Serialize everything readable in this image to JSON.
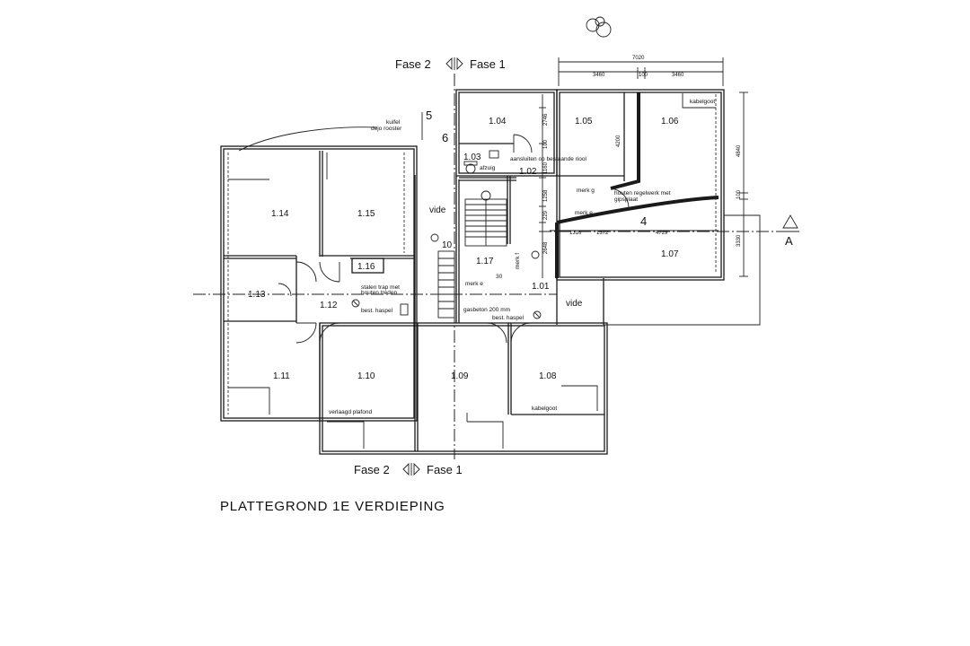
{
  "phase_labels": {
    "top_left": "Fase 2",
    "top_right": "Fase 1",
    "bottom_left": "Fase 2",
    "bottom_right": "Fase 1"
  },
  "title": "PLATTEGROND 1E VERDIEPING",
  "section_marker": "A",
  "rooms": {
    "r104": "1.04",
    "r105": "1.05",
    "r106": "1.06",
    "r103": "1.03",
    "r102": "1.02",
    "r114": "1.14",
    "r115": "1.15",
    "r116": "1.16",
    "r117": "1.17",
    "r113": "1.13",
    "r112": "1.12",
    "r101": "1.01",
    "r107": "1.07",
    "r111": "1.11",
    "r110": "1.10",
    "r109": "1.09",
    "r108": "1.08"
  },
  "markers": {
    "m5": "5",
    "m6": "6",
    "m4": "4",
    "m10": "10"
  },
  "vide": {
    "left": "vide",
    "right": "vide"
  },
  "notes": {
    "kuifel": "kuifel",
    "dejo": "dejo rooster",
    "kabelgoot_top": "kabelgoot",
    "kabelgoot_bottom": "kabelgoot",
    "aangesloten": "aansluiten op bestaande riool",
    "afzuig": "afzuig",
    "merk_g": "merk g",
    "houten_regelwerk": "houten regelwerk met",
    "gipsplaat": "gipsplaat",
    "merk_e_right": "merk e",
    "merk_f": "merk f",
    "merk_e_stair": "merk e",
    "stalen_trap": "stalen trap met",
    "houten_treden": "houten treden",
    "best_haspel_left": "best. haspel",
    "gasbeton": "gasbeton 200 mm",
    "best_haspel_right": "best. haspel",
    "verlaagd_plafond": "verlaagd plafond",
    "m30": "30"
  },
  "dimensions": {
    "d7020": "7020",
    "d3460a": "3460",
    "d100a": "100",
    "d3460b": "3460",
    "d2746": "2746",
    "d100b": "100",
    "d1160": "1160",
    "d4200": "4200",
    "d4840": "4840",
    "d100c": "100",
    "d3330": "3330",
    "d1258": "1258",
    "d229": "229",
    "d2648": "2648",
    "d1316": "1316",
    "d1372": "1372",
    "d4729": "4729"
  }
}
